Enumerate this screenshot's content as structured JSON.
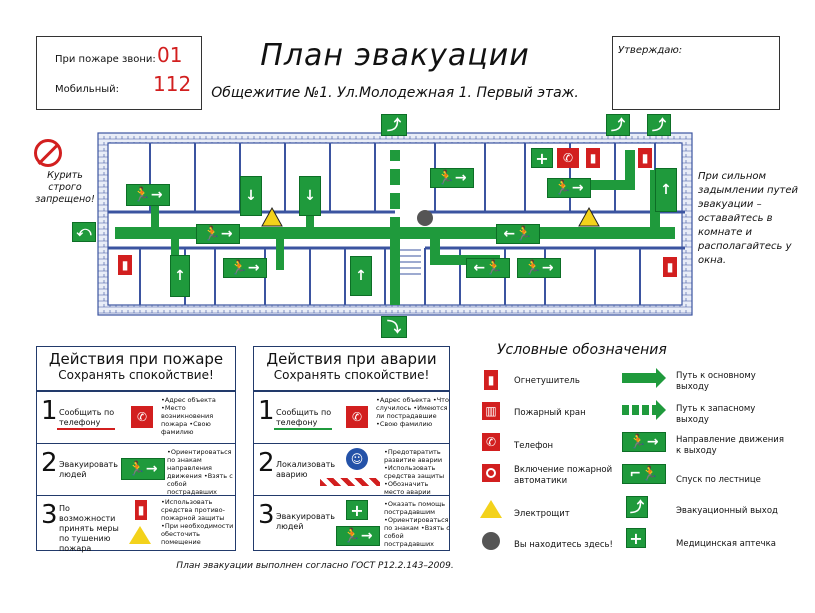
{
  "header": {
    "fire_call_label": "При пожаре звони:",
    "fire_call_number": "01",
    "mobile_label": "Мобильный:",
    "mobile_number": "112",
    "title": "План эвакуации",
    "subtitle": "Общежитие №1. Ул.Молодежная 1. Первый этаж.",
    "approve_label": "Утверждаю:"
  },
  "left_note": "Курить строго запрещено!",
  "right_note": "При сильном задымлении путей эвакуации – оставайтесь в комнате и располагайтесь у окна.",
  "fire_panel": {
    "title": "Действия при пожаре",
    "subtitle": "Сохранять спокойствие!",
    "steps": [
      {
        "num": "1",
        "text": "Сообщить по телефону",
        "note": "•Адрес объекта •Место возникновения пожара •Свою фамилию"
      },
      {
        "num": "2",
        "text": "Эвакуировать людей",
        "note": "•Ориентироваться по знакам направления движения •Взять с собой пострадавших"
      },
      {
        "num": "3",
        "text": "По возможности принять меры по тушению пожара",
        "note": "•Использовать средства противо- пожарной защиты •При необходимости обесточить помещение"
      }
    ]
  },
  "accident_panel": {
    "title": "Действия при аварии",
    "subtitle": "Сохранять спокойствие!",
    "steps": [
      {
        "num": "1",
        "text": "Сообщить по телефону",
        "note": "•Адрес объекта •Что случилось •Имеются ли пострадавшие •Свою фамилию"
      },
      {
        "num": "2",
        "text": "Локализовать аварию",
        "note": "•Предотвратить развитие аварии •Использовать средства защиты •Обозначить место аварии"
      },
      {
        "num": "3",
        "text": "Эвакуировать людей",
        "note": "•Оказать помощь пострадавшим •Ориентироваться по знакам •Взять с собой пострадавших"
      }
    ]
  },
  "legend": {
    "title": "Условные обозначения",
    "left": [
      {
        "icon": "fire-extinguisher-icon",
        "label": "Огнетушитель"
      },
      {
        "icon": "fire-hydrant-icon",
        "label": "Пожарный кран"
      },
      {
        "icon": "phone-icon",
        "label": "Телефон"
      },
      {
        "icon": "fire-alarm-icon",
        "label": "Включение пожарной автоматики"
      },
      {
        "icon": "high-voltage-icon",
        "label": "Электрощит"
      },
      {
        "icon": "you-are-here-icon",
        "label": "Вы находитесь здесь!"
      }
    ],
    "right": [
      {
        "icon": "main-route-arrow-icon",
        "label": "Путь к основному выходу"
      },
      {
        "icon": "backup-route-arrow-icon",
        "label": "Путь к запасному выходу"
      },
      {
        "icon": "exit-direction-icon",
        "label": "Направление движения к выходу"
      },
      {
        "icon": "stairs-down-icon",
        "label": "Спуск по лестнице"
      },
      {
        "icon": "emergency-exit-icon",
        "label": "Эвакуационный выход"
      },
      {
        "icon": "first-aid-icon",
        "label": "Медицинская аптечка"
      }
    ]
  },
  "footer": "План эвакуации выполнен согласно ГОСТ Р12.2.143–2009.",
  "colors": {
    "green": "#1f9a3c",
    "red": "#d21f1f",
    "wall": "#3b54a0"
  }
}
